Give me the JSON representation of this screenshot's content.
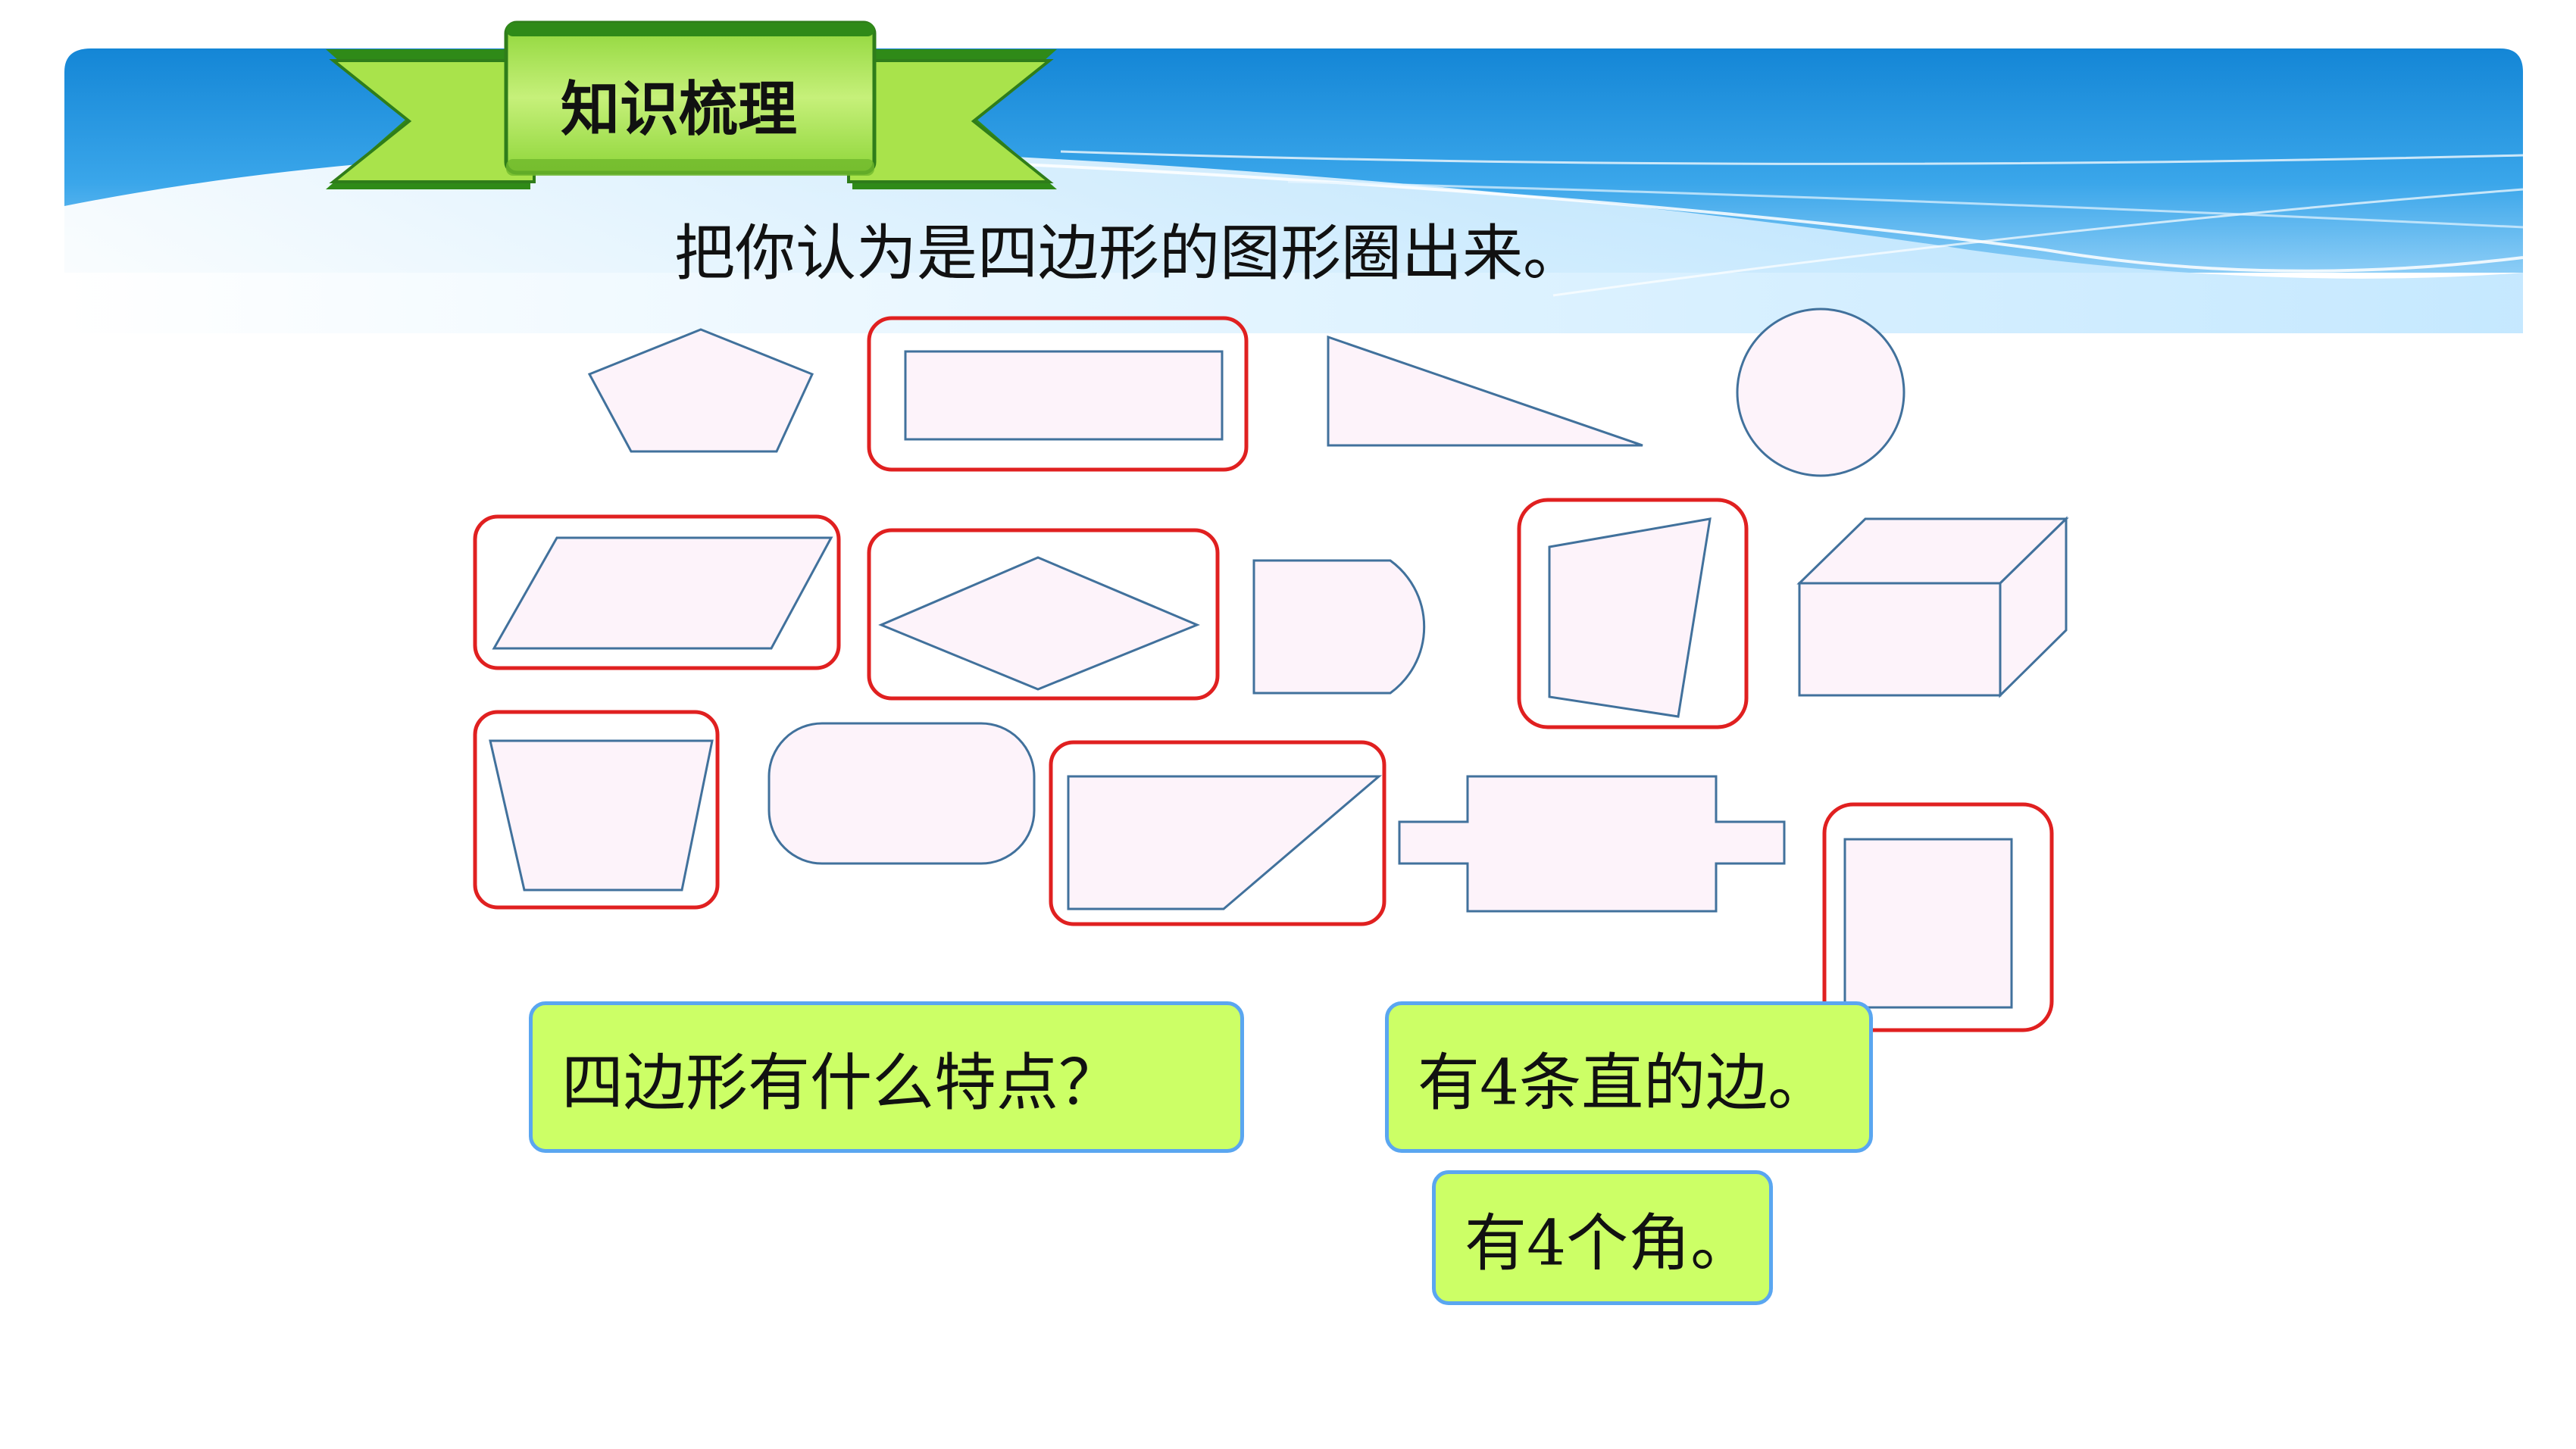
{
  "banner": {
    "title": "知识梳理"
  },
  "instruction": "把你认为是四边形的图形圈出来。",
  "question": "四边形有什么特点？",
  "answers": {
    "sides": "有4条直的边。",
    "angles": "有4个角。"
  },
  "colors": {
    "header_blue": "#1a8fdc",
    "shape_fill": "#fdf3fa",
    "shape_stroke": "#41719c",
    "circle_mark": "#e02020",
    "banner_green": "#a9e34b",
    "banner_dark": "#2f7d1a",
    "box_fill": "#ccff66",
    "box_border": "#5aa6f0"
  },
  "shapes": [
    {
      "name": "pentagon",
      "quadrilateral": false
    },
    {
      "name": "rectangle",
      "quadrilateral": true
    },
    {
      "name": "right-triangle",
      "quadrilateral": false
    },
    {
      "name": "circle",
      "quadrilateral": false
    },
    {
      "name": "parallelogram",
      "quadrilateral": true
    },
    {
      "name": "rhombus",
      "quadrilateral": true
    },
    {
      "name": "semicircle-end-shape",
      "quadrilateral": false
    },
    {
      "name": "irregular-quadrilateral",
      "quadrilateral": true
    },
    {
      "name": "cuboid",
      "quadrilateral": false
    },
    {
      "name": "trapezoid",
      "quadrilateral": true
    },
    {
      "name": "rounded-rectangle",
      "quadrilateral": false
    },
    {
      "name": "right-trapezoid",
      "quadrilateral": true
    },
    {
      "name": "cross-shape",
      "quadrilateral": false
    },
    {
      "name": "square",
      "quadrilateral": true
    }
  ]
}
